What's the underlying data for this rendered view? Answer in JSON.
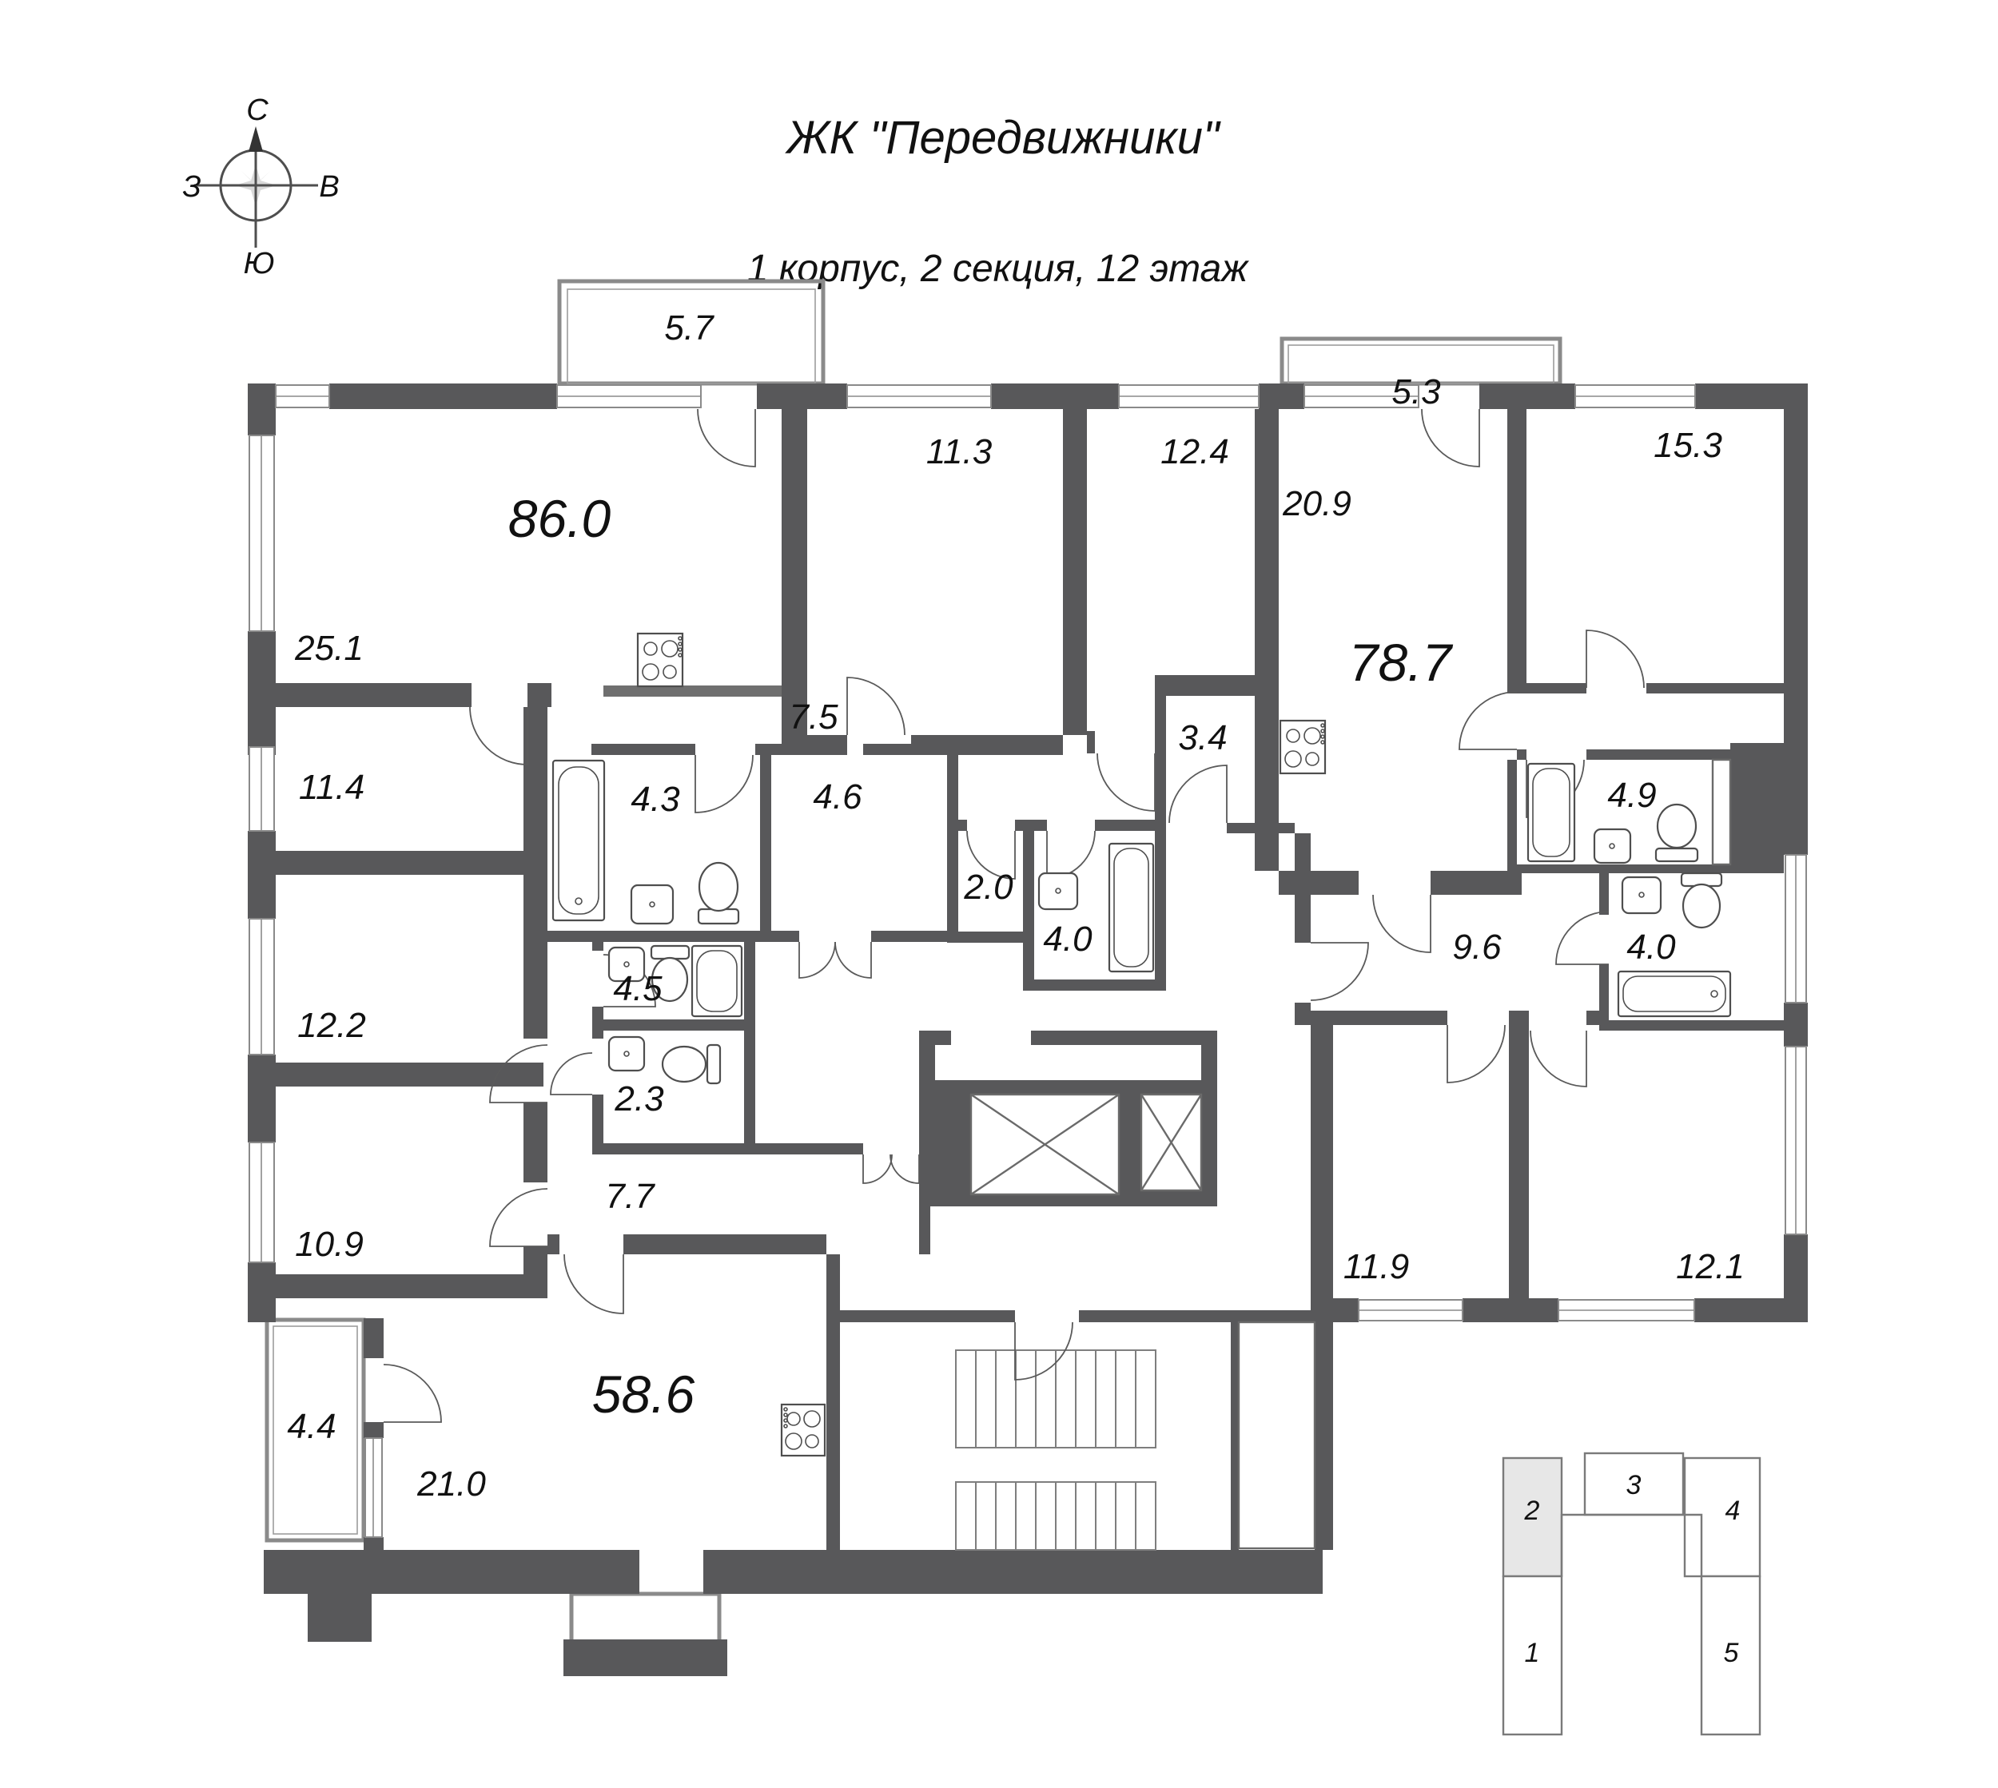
{
  "title": {
    "project": "ЖК \"Передвижники\"",
    "location": "1 корпус, 2 секция, 12 этаж"
  },
  "compass": {
    "north": "С",
    "east": "В",
    "south": "Ю",
    "west": "З"
  },
  "apartments": {
    "apt_a_total": "86.0",
    "apt_b_total": "78.7",
    "apt_c_total": "58.6"
  },
  "areas": {
    "balcony_top_left": "5.7",
    "living_top_left": "25.1",
    "room_11_3": "11.3",
    "room_12_4": "12.4",
    "balcony_top_right": "5.3",
    "kitchen_living_right": "20.9",
    "room_15_3": "15.3",
    "hall_7_5": "7.5",
    "storage_3_4": "3.4",
    "bath_4_3": "4.3",
    "hall_4_6": "4.6",
    "closet_2_0": "2.0",
    "bath_4_0_left": "4.0",
    "bath_4_9": "4.9",
    "room_11_4": "11.4",
    "bath_4_5": "4.5",
    "hall_9_6": "9.6",
    "bath_4_0_right": "4.0",
    "room_12_2": "12.2",
    "wc_2_3": "2.3",
    "room_10_9": "10.9",
    "hall_7_7": "7.7",
    "room_11_9": "11.9",
    "room_12_1": "12.1",
    "balcony_bottom_left": "4.4",
    "living_bottom_left": "21.0"
  },
  "key_plan": {
    "sections": [
      "1",
      "2",
      "3",
      "4",
      "5"
    ],
    "current_section": "2"
  },
  "colors": {
    "wall": "#58585a",
    "balcony_line": "#8a8a8a",
    "fixture_line": "#4e4e4e",
    "current_section_fill": "#e7e7e7",
    "text": "#111111"
  }
}
